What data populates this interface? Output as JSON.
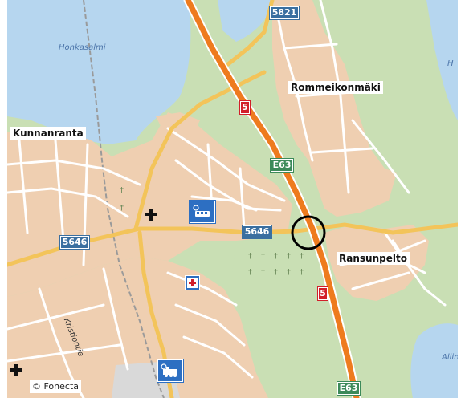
{
  "map": {
    "places": {
      "kunnanranta": "Kunnanranta",
      "rommeikonmaki": "Rommeikonmäki",
      "ransunpelto": "Ransunpelto"
    },
    "water": {
      "honkasalmi": "Honkasalmi",
      "allinna": "Allinn",
      "edge_h": "H"
    },
    "roads": {
      "kristiontie": "Kristiontie"
    },
    "shields": {
      "r5821": "5821",
      "r5_top": "5",
      "e63_mid": "E63",
      "r5646_left": "5646",
      "r5646_center": "5646",
      "r5_bottom": "5",
      "e63_bottom": "E63"
    },
    "pois": {
      "church_north": "church-icon",
      "bus_station": "bus-station-icon",
      "health_center": "health-center-icon",
      "railway_station": "railway-station-icon",
      "church_southwest": "church-icon",
      "cemetery": "cemetery"
    },
    "marker": "circle-marker",
    "copyright": "© Fonecta",
    "colors": {
      "water": "#b6d6ef",
      "built_area": "#efcfb1",
      "forest": "#c9dfb4",
      "highway": "#ee7b1e",
      "main_road": "#f3c45a",
      "minor_road": "#ffffff",
      "railway": "#9a9a9a",
      "shield_blue": "#3a6fa0",
      "shield_green": "#3c8a5a",
      "shield_red": "#d21f2a"
    }
  }
}
